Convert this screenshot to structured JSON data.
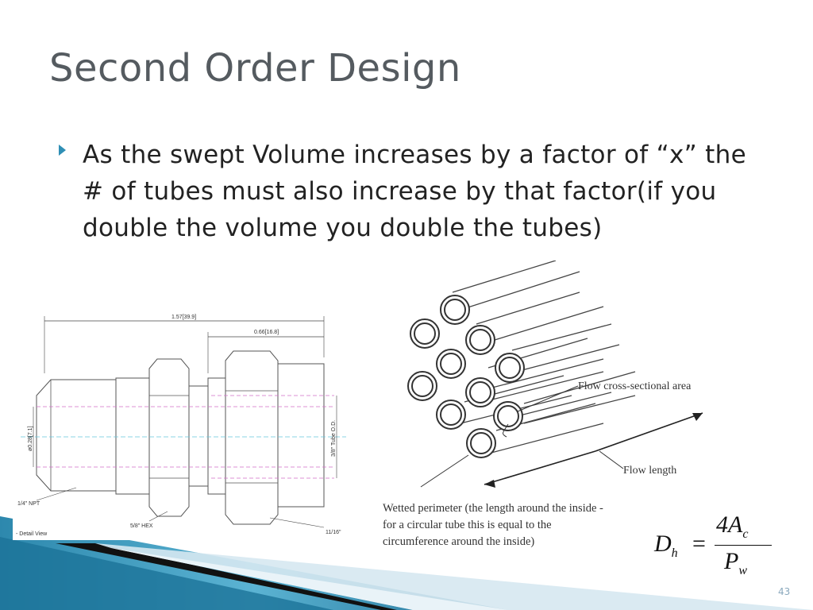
{
  "slide": {
    "title": "Second Order Design",
    "bullet": "As the swept Volume increases by a factor of “x” the # of tubes must also increase by that factor(if you double the volume you double the tubes)",
    "slide_number": "43"
  },
  "fitting_drawing": {
    "dim_overall": "1.57[39.9]",
    "dim_partial": "0.66[16.8]",
    "dim_bore": "ø0.28[7.1]",
    "dim_tube_od": "3/8\" Tube O.D.",
    "label_npt": "1/4\" NPT",
    "label_hex1": "5/8\" HEX",
    "label_hex2": "11/16\"",
    "label_detail": "- Detail View"
  },
  "tube_bundle": {
    "label_cross_section": "Flow cross-sectional area",
    "label_flow_length": "Flow length",
    "wetted_line1": "Wetted perimeter (the length around the inside -",
    "wetted_line2": "for a circular tube this is equal to the",
    "wetted_line3": "circumference around the inside)"
  },
  "formula": {
    "lhs": "D",
    "lhs_sub": "h",
    "eq": "=",
    "num": "4A",
    "num_sub": "c",
    "den": "P",
    "den_sub": "w"
  },
  "colors": {
    "title": "#555b60",
    "bullet_marker": "#2f8fb5",
    "footer_teal": "#1f7fa5"
  }
}
